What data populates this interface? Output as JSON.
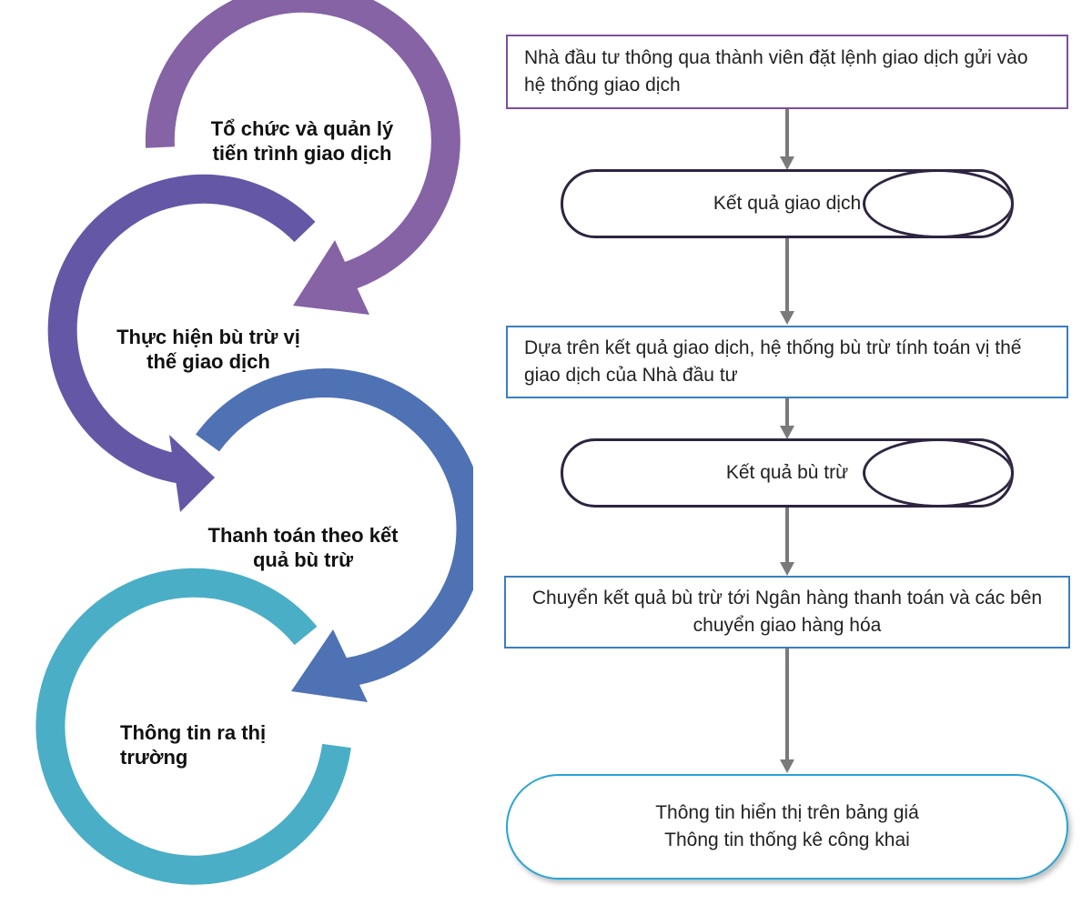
{
  "cycle_steps": [
    {
      "label": "Tổ chức và quản lý tiến trình giao dịch",
      "color": "#8563a5"
    },
    {
      "label": "Thực hiện bù trừ vị thế giao dịch",
      "color": "#6457a6"
    },
    {
      "label": "Thanh toán theo kết quả bù trừ",
      "color": "#4f72b4"
    },
    {
      "label": "Thông tin ra thị trường",
      "color": "#4aaec6"
    }
  ],
  "flow": {
    "step1": "Nhà đầu tư thông qua thành viên đặt lệnh giao dịch gửi vào hệ thống giao dịch",
    "step2": "Kết quả giao dịch",
    "step3": "Dựa trên kết quả giao dịch, hệ thống bù trừ tính toán vị thế giao dịch của Nhà đầu tư",
    "step4": "Kết quả bù trừ",
    "step5": "Chuyển kết quả bù trừ tới Ngân hàng thanh toán và các bên chuyển giao hàng hóa",
    "step6_line1": "Thông tin hiển thị trên bảng giá",
    "step6_line2": "Thông tin thống kê công khai"
  },
  "colors": {
    "purple_border": "#7b4f9e",
    "blue_border": "#3a7fc1",
    "cyan_border": "#2aa3d6",
    "pill_border": "#2e2440",
    "arrow_gray": "#7a7a7a"
  }
}
